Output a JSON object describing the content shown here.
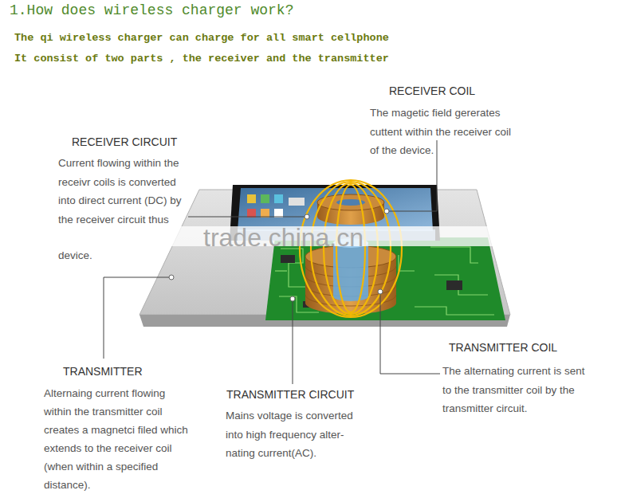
{
  "diagram": {
    "title": "1.How does wireless charger work?",
    "labels": [
      "The qi wireless charger can charge for all smart cellphone",
      "It consist of two parts , the receiver and the transmitter",
      "RECEIVER COIL",
      "The magetic field gererates cuttent within the receiver coil of the device.",
      "RECEIVER CIRCUIT",
      "Current flowing within the receivr coils is converted into direct current (DC) by the receiver circuit thus",
      "device.",
      "trade.china.cn",
      "TRANSMITTER",
      "Alternaing current flowing within the transmitter coil creates a magnetci filed which extends to the receiver coil (when within a specified distance).",
      "TRANSMITTER CIRCUIT",
      "Mains voltage is converted into high frequency alter- nating current(AC).",
      "TRANSMITTER COIL",
      "The alternating current is sent to the transmitter coil by the transmitter circuit."
    ]
  }
}
